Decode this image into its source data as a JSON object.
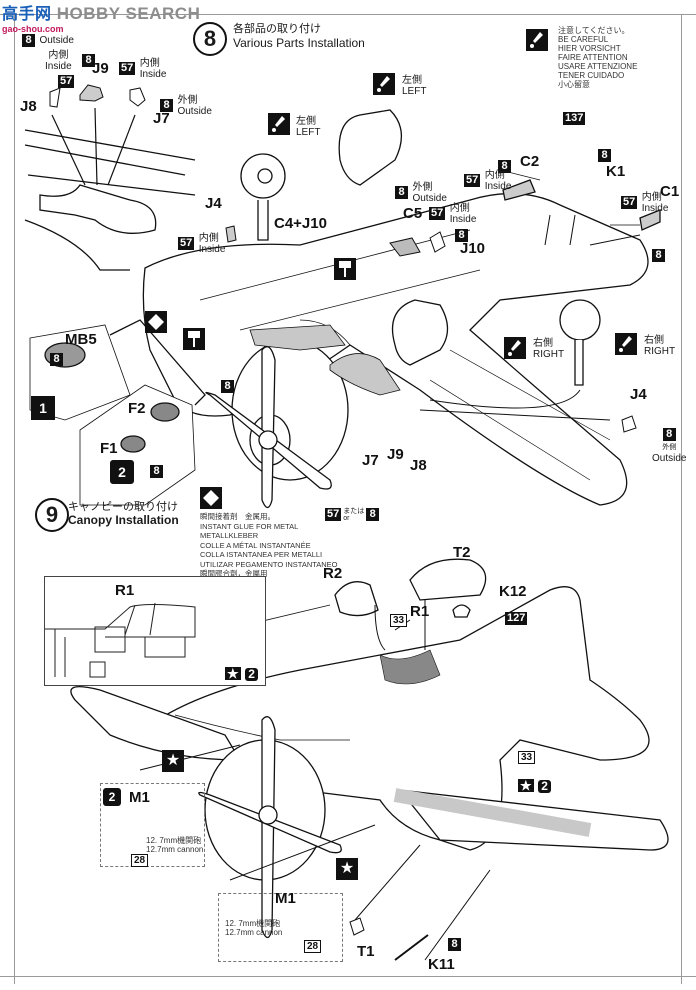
{
  "watermark": {
    "brand_cn": "高手网",
    "brand_en": "HOBBY SEARCH",
    "url": "gao-shou.com"
  },
  "caution": {
    "icon": "exclamation-brush-icon",
    "lines": [
      "注意してください。",
      "BE CAREFUL",
      "HIER VORSICHT",
      "FAIRE ATTENTION",
      "USARE ATTENZIONE",
      "TENER CUIDADO",
      "小心留意"
    ]
  },
  "step8": {
    "number": "8",
    "title_jp": "各部品の取り付け",
    "title_en": "Various Parts Installation",
    "parts": {
      "J8": "J8",
      "J9": "J9",
      "J7": "J7",
      "J4": "J4",
      "J4b": "J4",
      "C4J10": "C4+J10",
      "C5": "C5",
      "J10": "J10",
      "C2": "C2",
      "K1": "K1",
      "C1": "C1",
      "MB5": "MB5",
      "F2": "F2",
      "F1": "F1",
      "J7b": "J7",
      "J9b": "J9",
      "J8b": "J8"
    },
    "paints": {
      "p8": "8",
      "p57": "57",
      "p137": "137",
      "or_jp": "または",
      "or_en": "or"
    },
    "side": {
      "inside_jp": "内側",
      "inside_en": "Inside",
      "outside_jp": "外側",
      "outside_en": "Outside",
      "left_jp": "左側",
      "left_en": "LEFT",
      "right_jp": "右側",
      "right_en": "RIGHT"
    },
    "options": {
      "opt1": "1",
      "opt2": "2"
    }
  },
  "glue": {
    "icon": "diamond-glue-icon",
    "lines": [
      "瞬間接着剤　金属用。",
      "INSTANT GLUE FOR METAL",
      "METALLKLEBER",
      "COLLE A MÉTAL INSTANTANÉE",
      "COLLA ISTANTANEA PER METALLI",
      "UTILIZAR PEGAMENTO INSTANTANEO",
      "瞬間膠合劑，金屬用"
    ]
  },
  "step9": {
    "number": "9",
    "title_jp": "キャノピーの取り付け",
    "title_en": "Canopy Installation",
    "parts": {
      "R1inset": "R1",
      "R2": "R2",
      "T2": "T2",
      "R1": "R1",
      "K12": "K12",
      "M1a": "M1",
      "M1b": "M1",
      "T1": "T1",
      "K11": "K11"
    },
    "paints": {
      "p33": "33",
      "p127": "127",
      "p28": "28",
      "p8": "8",
      "opt2": "2"
    },
    "cannon_jp": "12. 7mm機関砲",
    "cannon_en": "12.7mm cannon"
  },
  "colors": {
    "ink": "#111111",
    "frame": "#999999",
    "shade": "#c8c8c8"
  }
}
